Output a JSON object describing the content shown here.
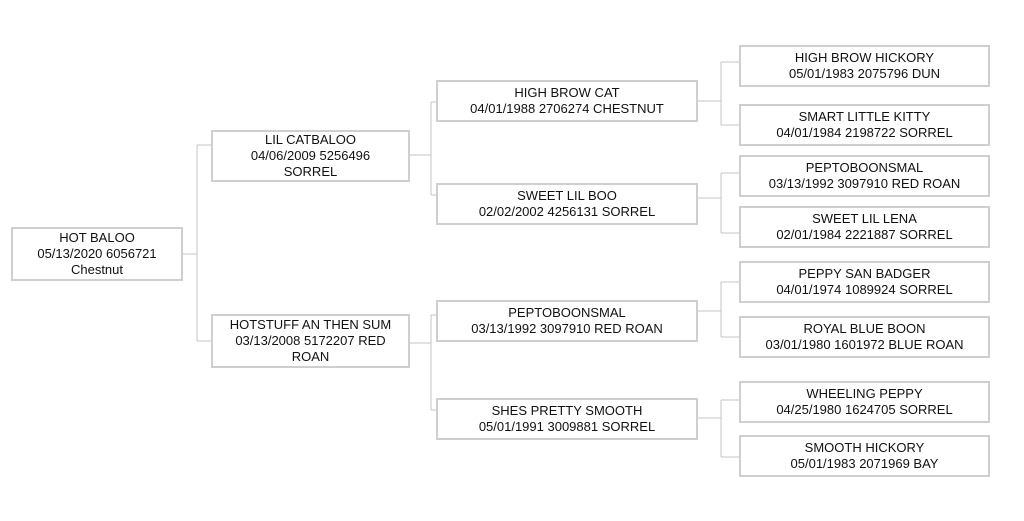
{
  "subject": {
    "name": "HOT BALOO",
    "line2": "05/13/2020 6056721",
    "line3": "Chestnut"
  },
  "sire": {
    "name": "LIL CATBALOO",
    "line2": "04/06/2009 5256496",
    "line3": "SORREL"
  },
  "dam": {
    "name": "HOTSTUFF AN THEN SUM",
    "line2": "03/13/2008 5172207 RED",
    "line3": "ROAN"
  },
  "sire_sire": {
    "name": "HIGH BROW CAT",
    "line2": "04/01/1988 2706274 CHESTNUT"
  },
  "sire_dam": {
    "name": "SWEET LIL BOO",
    "line2": "02/02/2002 4256131 SORREL"
  },
  "dam_sire": {
    "name": "PEPTOBOONSMAL",
    "line2": "03/13/1992 3097910 RED ROAN"
  },
  "dam_dam": {
    "name": "SHES PRETTY SMOOTH",
    "line2": "05/01/1991 3009881 SORREL"
  },
  "ss_sire": {
    "name": "HIGH BROW HICKORY",
    "line2": "05/01/1983 2075796 DUN"
  },
  "ss_dam": {
    "name": "SMART LITTLE KITTY",
    "line2": "04/01/1984 2198722 SORREL"
  },
  "sd_sire": {
    "name": "PEPTOBOONSMAL",
    "line2": "03/13/1992 3097910 RED ROAN"
  },
  "sd_dam": {
    "name": "SWEET LIL LENA",
    "line2": "02/01/1984 2221887 SORREL"
  },
  "ds_sire": {
    "name": "PEPPY SAN BADGER",
    "line2": "04/01/1974 1089924 SORREL"
  },
  "ds_dam": {
    "name": "ROYAL BLUE BOON",
    "line2": "03/01/1980 1601972 BLUE ROAN"
  },
  "dd_sire": {
    "name": "WHEELING PEPPY",
    "line2": "04/25/1980 1624705 SORREL"
  },
  "dd_dam": {
    "name": "SMOOTH HICKORY",
    "line2": "05/01/1983 2071969 BAY"
  }
}
